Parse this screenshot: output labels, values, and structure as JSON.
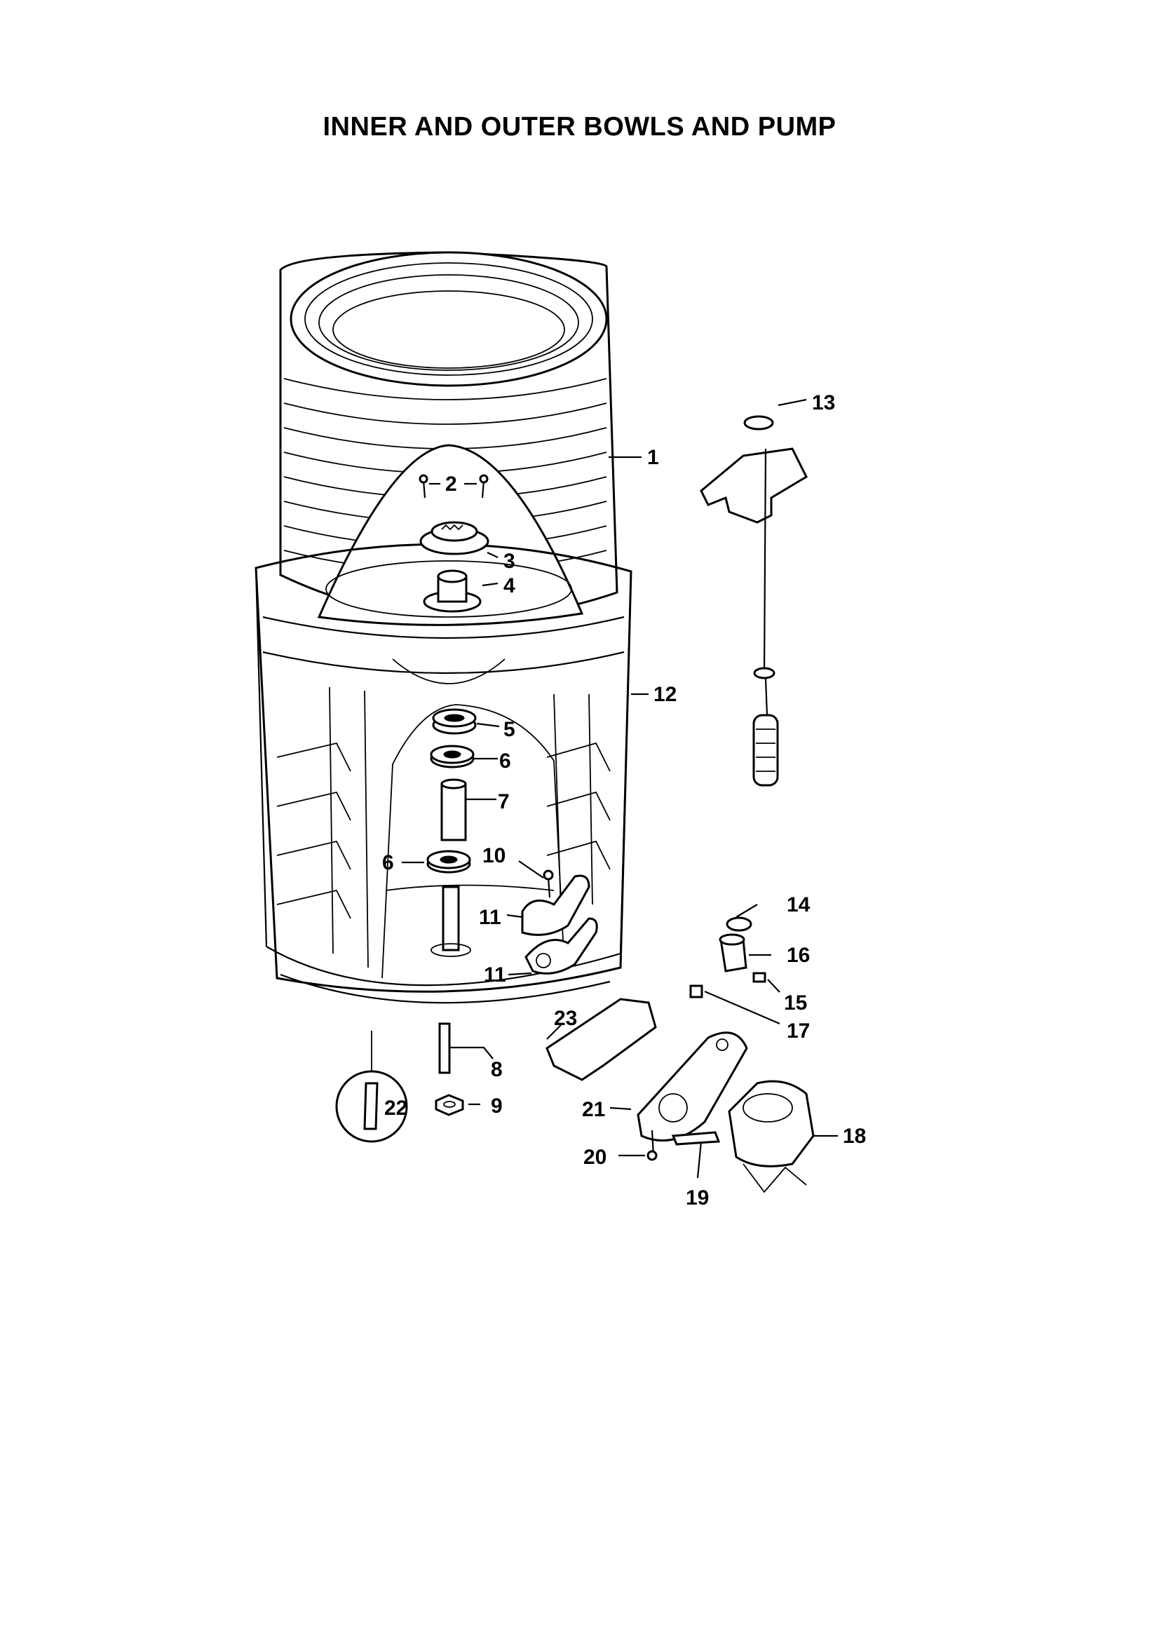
{
  "title": "INNER AND OUTER BOWLS AND PUMP",
  "callouts": [
    "1",
    "2",
    "3",
    "4",
    "5",
    "6",
    "7",
    "6",
    "10",
    "11",
    "11",
    "12",
    "13",
    "14",
    "16",
    "15",
    "17",
    "23",
    "8",
    "22",
    "9",
    "21",
    "18",
    "20",
    "19"
  ]
}
